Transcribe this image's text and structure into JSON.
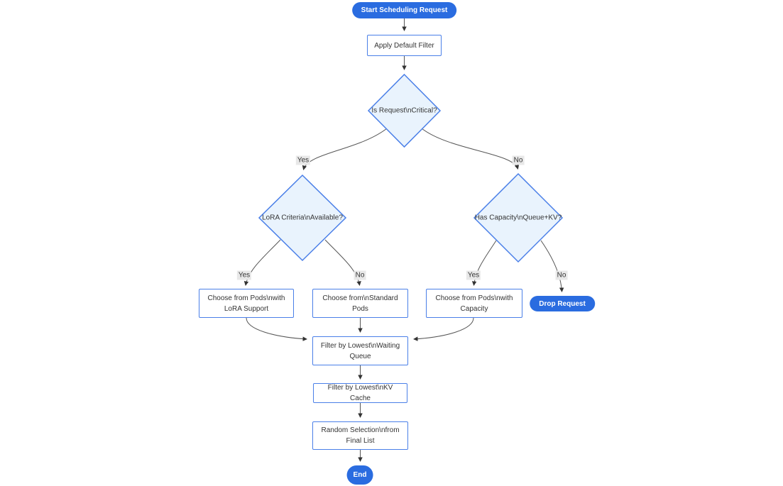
{
  "diagram": {
    "title": "Scheduling request flowchart",
    "nodes": {
      "start": {
        "label": "Start Scheduling Request",
        "shape": "pill"
      },
      "apply_filter": {
        "label": "Apply Default Filter",
        "shape": "rect"
      },
      "is_critical": {
        "label": "Is Request\\nCritical?",
        "shape": "diamond"
      },
      "lora_criteria": {
        "label": "LoRA Criteria\\nAvailable?",
        "shape": "diamond"
      },
      "has_capacity": {
        "label": "Has Capacity\\nQueue+KV?",
        "shape": "diamond"
      },
      "choose_lora": {
        "label": "Choose from Pods\\nwith LoRA Support",
        "shape": "rect"
      },
      "choose_standard": {
        "label": "Choose from\\nStandard Pods",
        "shape": "rect"
      },
      "choose_capacity": {
        "label": "Choose from Pods\\nwith Capacity",
        "shape": "rect"
      },
      "drop_request": {
        "label": "Drop Request",
        "shape": "pill"
      },
      "filter_waiting": {
        "label": "Filter by Lowest\\nWaiting Queue",
        "shape": "rect"
      },
      "filter_kv": {
        "label": "Filter by Lowest\\nKV Cache",
        "shape": "rect"
      },
      "random_selection": {
        "label": "Random Selection\\nfrom Final List",
        "shape": "rect"
      },
      "end": {
        "label": "End",
        "shape": "pill"
      }
    },
    "edge_labels": {
      "yes_critical": "Yes",
      "no_critical": "No",
      "yes_lora": "Yes",
      "no_lora": "No",
      "yes_capacity": "Yes",
      "no_capacity": "No"
    },
    "colors": {
      "accent_node_fill": "#2a6ce0",
      "accent_node_text": "#ffffff",
      "decision_fill": "#e9f3fd",
      "node_border": "#4a7fe8",
      "node_fill": "#ffffff",
      "edge_line": "#555555",
      "arrowhead": "#333333",
      "edge_label_bg": "#e8e8e8",
      "text": "#333333"
    }
  }
}
